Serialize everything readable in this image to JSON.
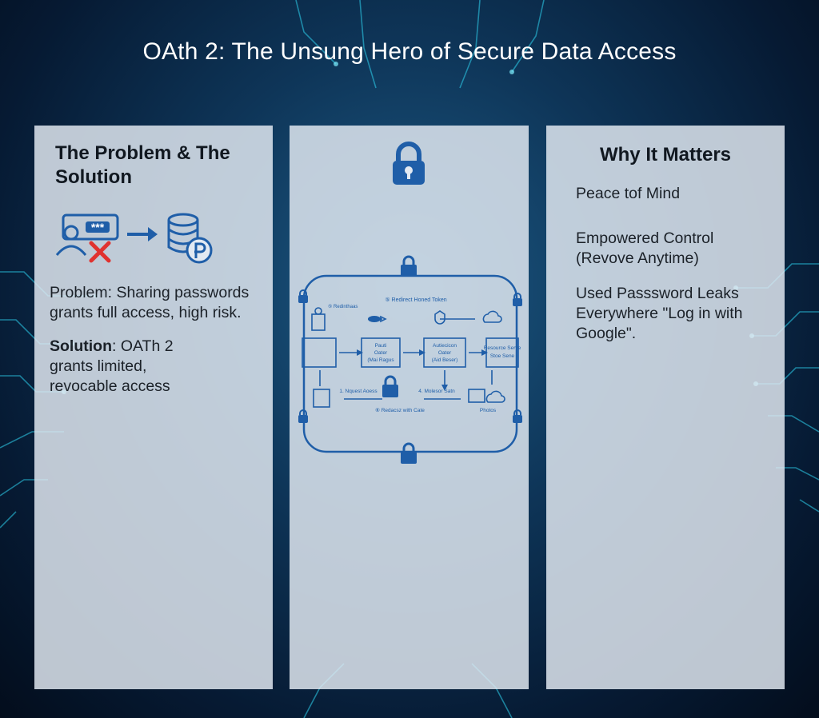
{
  "title": "OAth 2: The Unsung Hero of Secure Data Access",
  "left_panel": {
    "heading": "The Problem & The Solution",
    "problem_text": "Problem: Sharing passwords grants full access, high risk.",
    "solution_label": "Solution",
    "solution_text": ": OATh 2 grants limited, revocable access",
    "icons": [
      "password-card-icon",
      "cross-icon",
      "arrow-right-icon",
      "database-icon"
    ]
  },
  "middle_panel": {
    "icons": [
      "padlock-icon",
      "oauth-flow-diagram"
    ],
    "diagram": {
      "top_label": "⑤ Redirect Honed Token",
      "left_actor": "⑤ Redinthaas",
      "box1": [
        "Pauti",
        "Oater",
        "(Mai Ragus"
      ],
      "box2": [
        "Autiecicon",
        "Oater",
        "(Aid Beser)"
      ],
      "box3": [
        "Resource Serve",
        "Stoe Sene"
      ],
      "bottom_left": "1. Nquest Aoess",
      "bottom_mid": "4. Molesor Satn",
      "bottom_center": "⑥ Redacsz with Cate",
      "photos": "Photos"
    }
  },
  "right_panel": {
    "heading": "Why It Matters",
    "items": [
      "Peace tof Mind",
      "Empowered Control (Revove Anytime)",
      "Used Passsword Leaks Everywhere \"Log in with Google\"."
    ]
  },
  "colors": {
    "accent": "#1f5ea8",
    "panel": "#e2e9f2",
    "danger": "#e0322f",
    "background": "#0b2b4d"
  }
}
